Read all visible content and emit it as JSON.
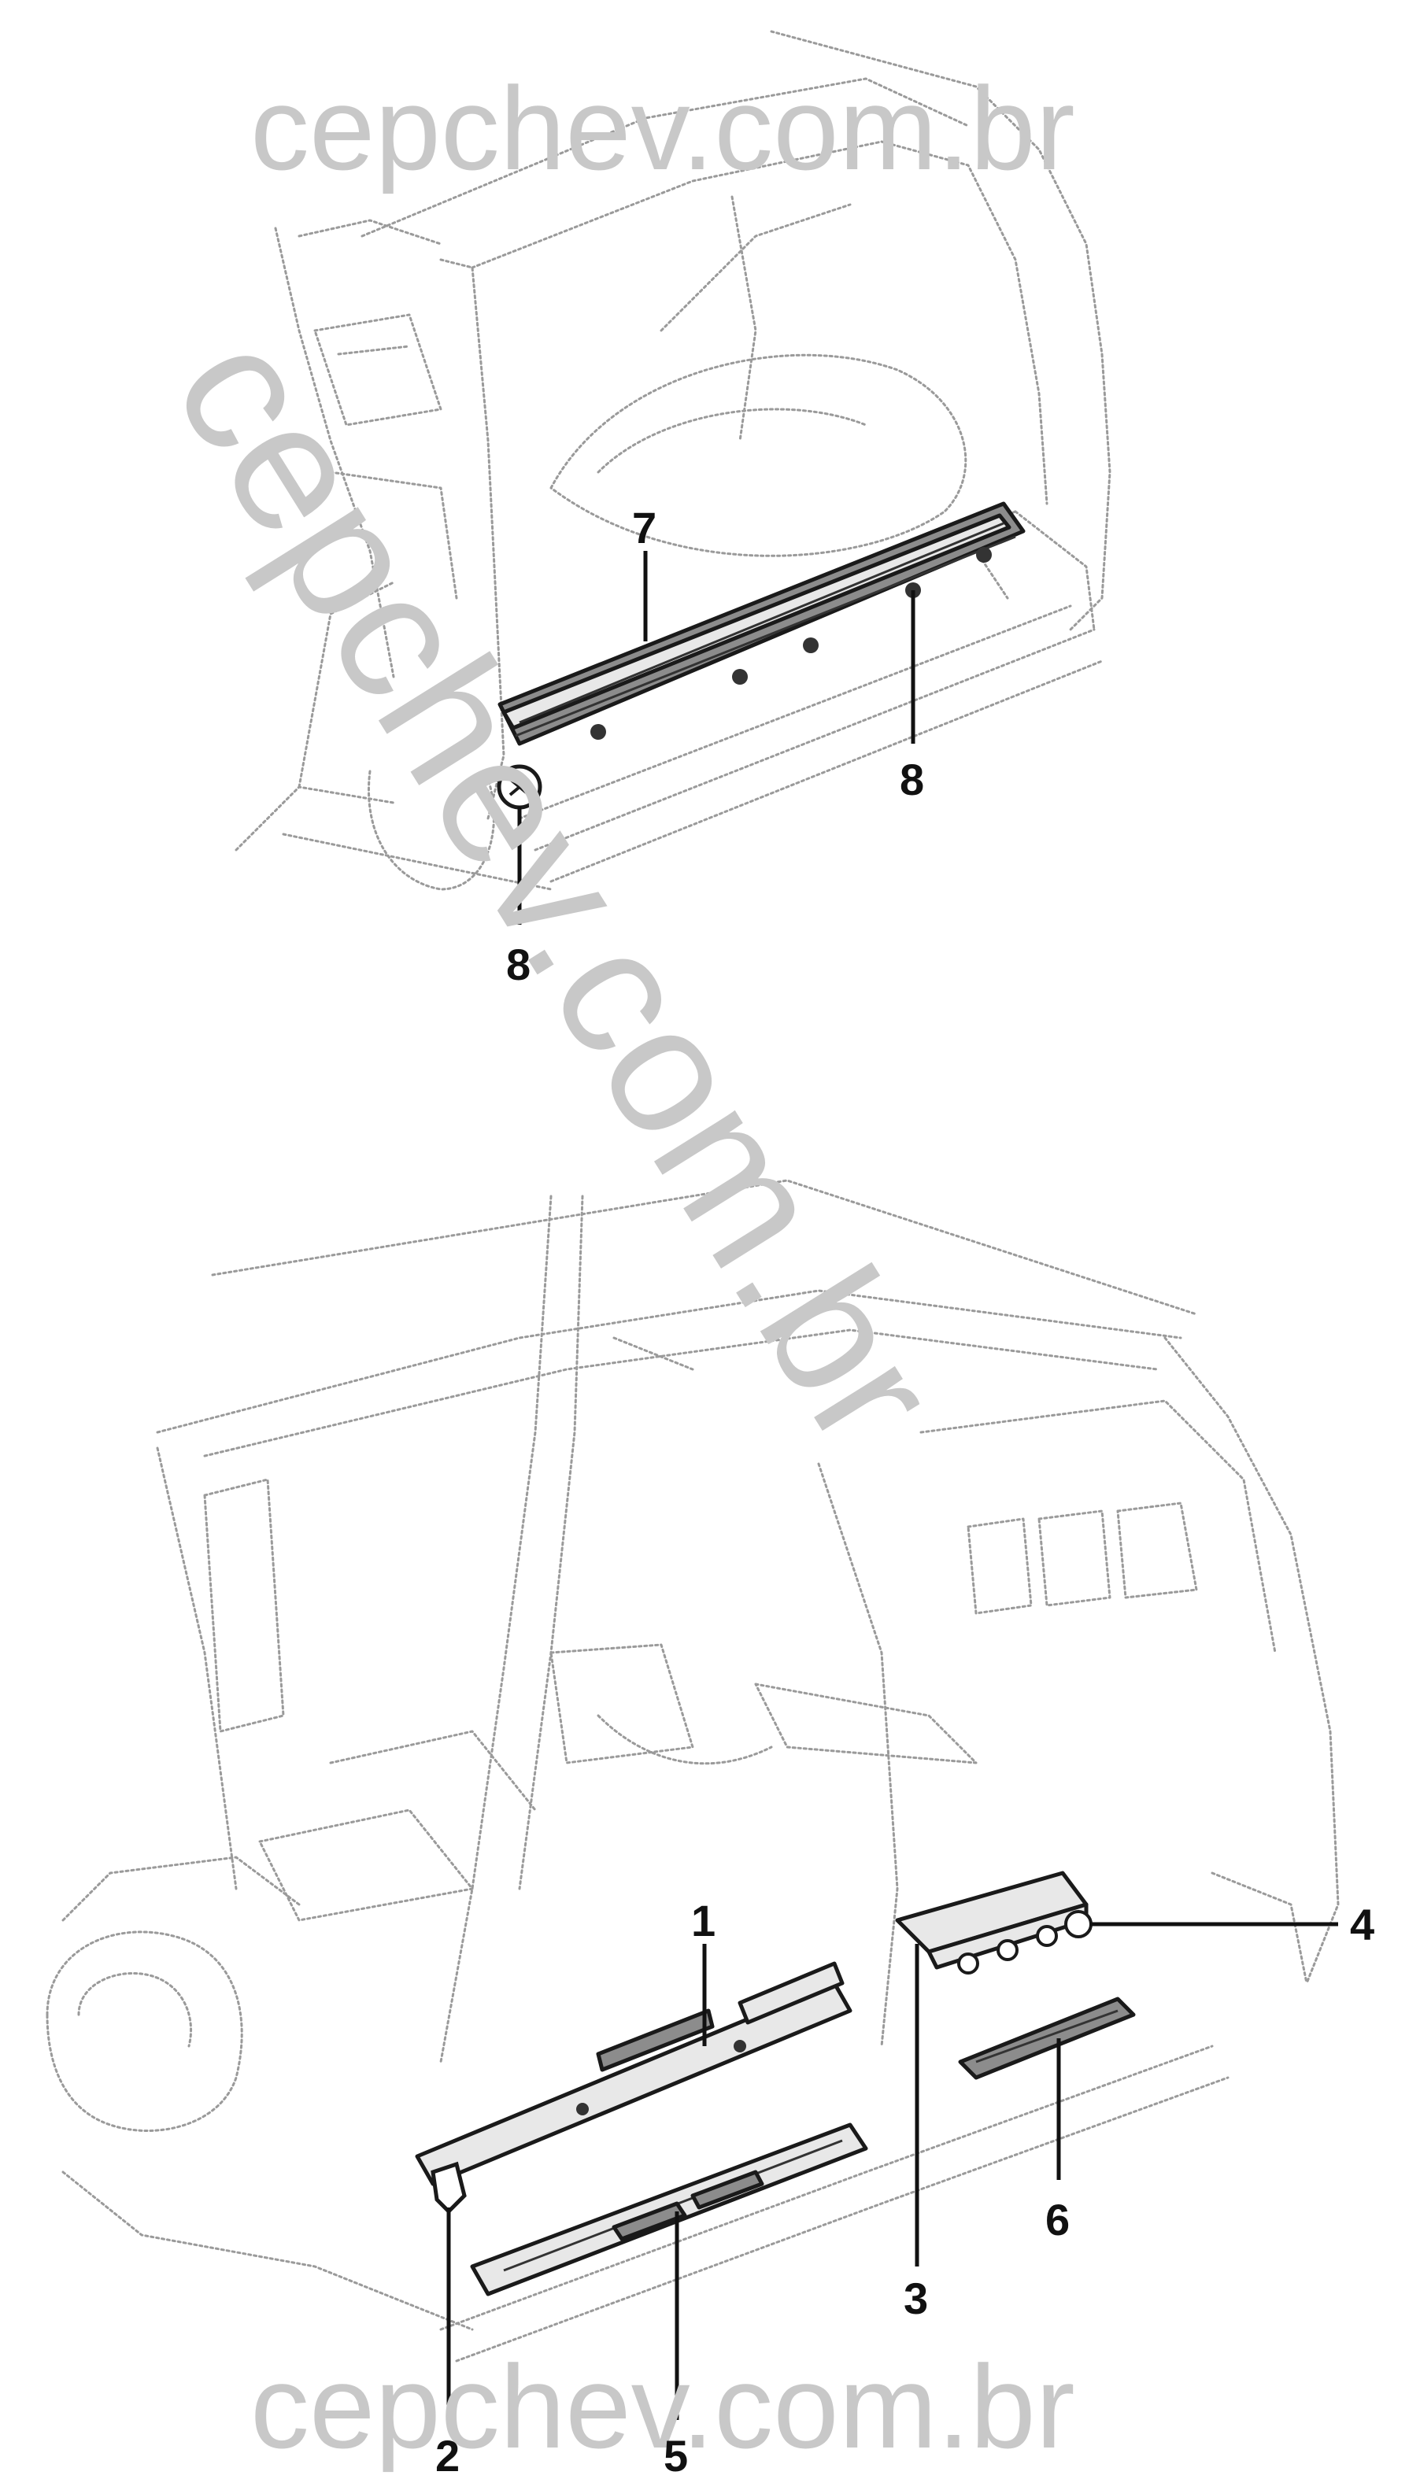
{
  "watermark": {
    "top": "cepchev.com.br",
    "bottom": "cepchev.com.br",
    "diagonal": "cepchev.com.br"
  },
  "callouts": {
    "c1": "1",
    "c2": "2",
    "c3": "3",
    "c4": "4",
    "c5": "5",
    "c6": "6",
    "c7": "7",
    "c8a": "8",
    "c8b": "8"
  },
  "colors": {
    "watermark": "#c8c8c8",
    "sketch_line": "#9a9a9a",
    "part_outline": "#1a1a1a"
  }
}
